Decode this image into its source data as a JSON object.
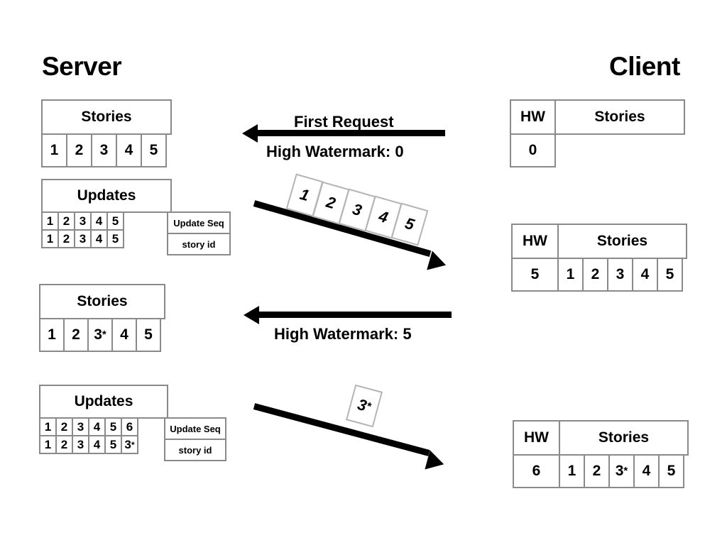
{
  "titles": {
    "server": "Server",
    "client": "Client"
  },
  "server": {
    "stories_1": {
      "header": "Stories",
      "cells": [
        "1",
        "2",
        "3",
        "4",
        "5"
      ]
    },
    "updates_1": {
      "header": "Updates",
      "update_seq": [
        "1",
        "2",
        "3",
        "4",
        "5"
      ],
      "story_id": [
        "1",
        "2",
        "3",
        "4",
        "5"
      ],
      "label_update_seq": "Update Seq",
      "label_story_id": "story id"
    },
    "stories_2": {
      "header": "Stories",
      "cells": [
        "1",
        "2",
        "3*",
        "4",
        "5"
      ]
    },
    "updates_2": {
      "header": "Updates",
      "update_seq": [
        "1",
        "2",
        "3",
        "4",
        "5",
        "6"
      ],
      "story_id": [
        "1",
        "2",
        "3",
        "4",
        "5",
        "3*"
      ],
      "label_update_seq": "Update Seq",
      "label_story_id": "story id"
    }
  },
  "client": {
    "table_1": {
      "hw_header": "HW",
      "stories_header": "Stories",
      "hw_value": "0",
      "stories": []
    },
    "table_2": {
      "hw_header": "HW",
      "stories_header": "Stories",
      "hw_value": "5",
      "stories": [
        "1",
        "2",
        "3",
        "4",
        "5"
      ]
    },
    "table_3": {
      "hw_header": "HW",
      "stories_header": "Stories",
      "hw_value": "6",
      "stories": [
        "1",
        "2",
        "3*",
        "4",
        "5"
      ]
    }
  },
  "messages": {
    "first_request": "First Request",
    "high_watermark_0": "High Watermark: 0",
    "high_watermark_5": "High Watermark: 5",
    "payload_1": [
      "1",
      "2",
      "3",
      "4",
      "5"
    ],
    "payload_2": [
      "3*"
    ]
  },
  "colors": {
    "border": "#8a8a8a",
    "arrow": "#000000",
    "payload_border": "#b4b4b4",
    "background": "#ffffff"
  }
}
